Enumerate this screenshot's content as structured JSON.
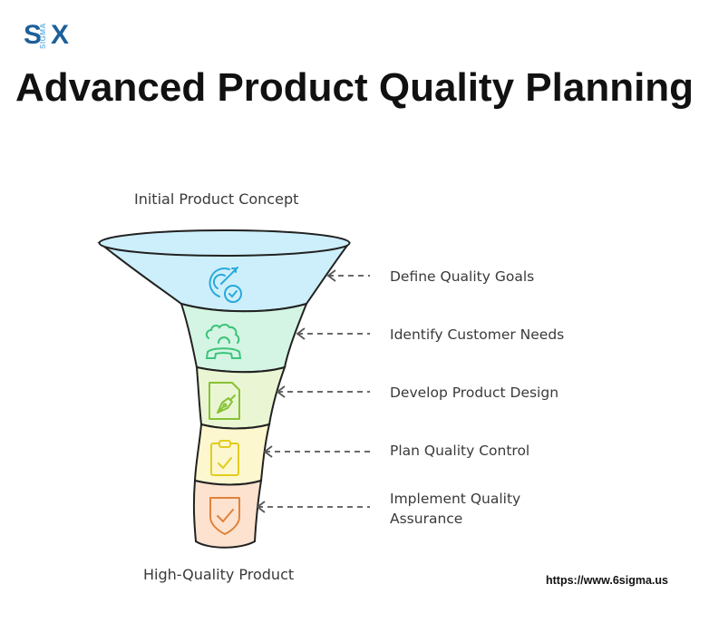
{
  "logo": {
    "left": "S",
    "middle": "SIGMA",
    "right": "X"
  },
  "title": "Advanced Product Quality Planning",
  "funnel": {
    "top_label": "Initial Product Concept",
    "bottom_label": "High-Quality Product",
    "stages": [
      {
        "label": "Define Quality Goals",
        "icon": "target-check-icon",
        "fill": "#cdeffb",
        "stroke": "#29a9dc"
      },
      {
        "label": "Identify Customer Needs",
        "icon": "customer-support-icon",
        "fill": "#d4f5e3",
        "stroke": "#3cc47a"
      },
      {
        "label": "Develop Product Design",
        "icon": "design-pen-document-icon",
        "fill": "#eaf6d3",
        "stroke": "#86c233"
      },
      {
        "label": "Plan Quality Control",
        "icon": "clipboard-check-icon",
        "fill": "#fdf7cf",
        "stroke": "#e3cc1f"
      },
      {
        "label": "Implement Quality Assurance",
        "icon": "shield-check-icon",
        "fill": "#fde2cf",
        "stroke": "#e0823a"
      }
    ]
  },
  "footer": {
    "url": "https://www.6sigma.us"
  }
}
